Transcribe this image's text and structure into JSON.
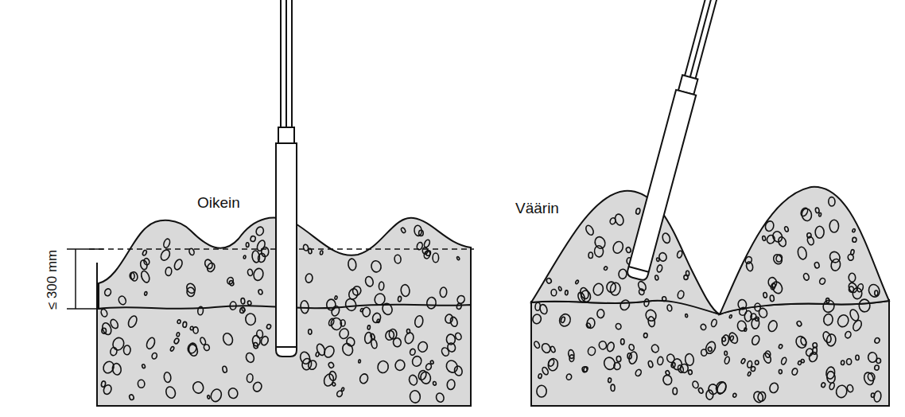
{
  "diagram": {
    "labels": [
      "Oikein",
      "Väärin",
      "≤ 300 mm"
    ]
  }
}
